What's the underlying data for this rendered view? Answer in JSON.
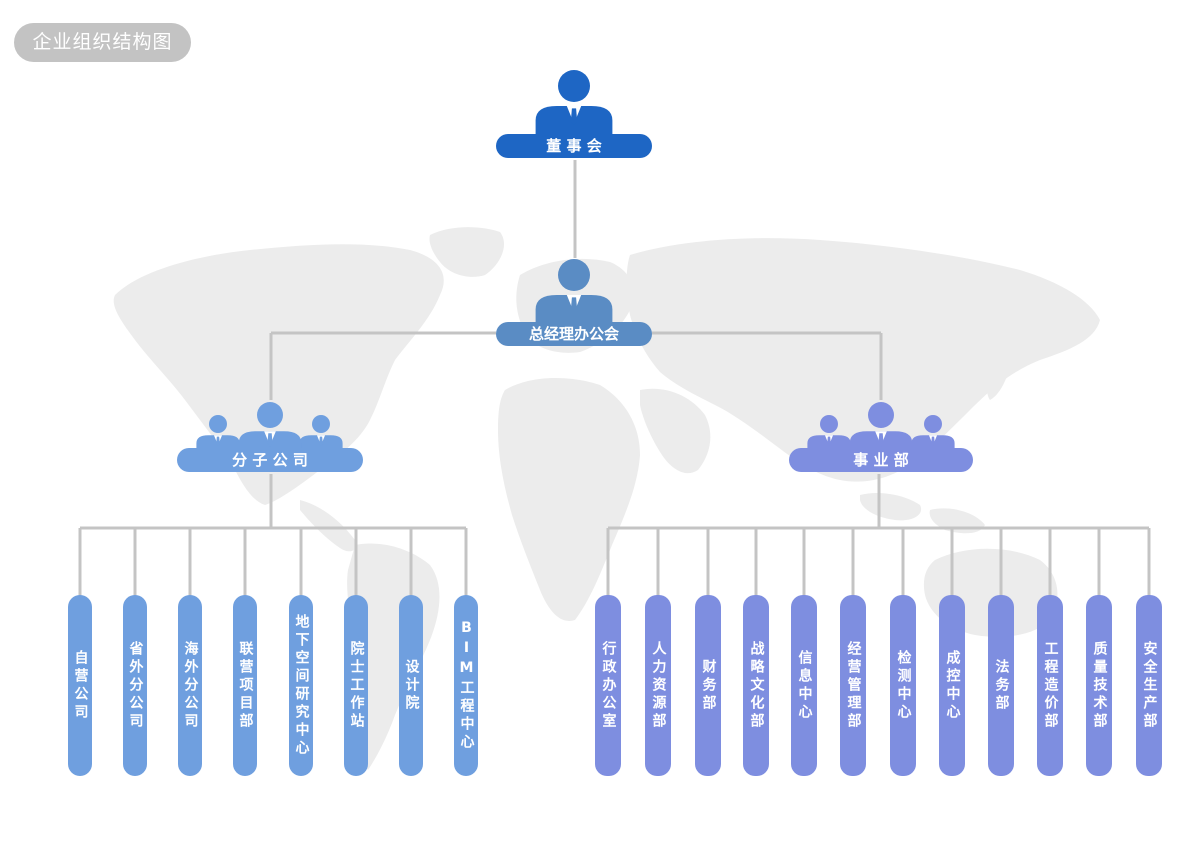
{
  "title": "企业组织结构图",
  "colors": {
    "board": "#1e66c4",
    "gm": "#5a8cc4",
    "branch": "#6f9fdf",
    "business": "#7e8ee0",
    "line": "#c4c4c4",
    "map": "#ececec"
  },
  "nodes": {
    "board": "董 事 会",
    "gm_office": "总经理办公会",
    "branch": "分 子 公 司",
    "business": "事 业 部"
  },
  "branch_units": [
    "自营公司",
    "省外分公司",
    "海外分公司",
    "联营项目部",
    "地下空间研究中心",
    "院士工作站",
    "设计院",
    "BIM工程中心"
  ],
  "business_units": [
    "行政办公室",
    "人力资源部",
    "财务部",
    "战略文化部",
    "信息中心",
    "经营管理部",
    "检测中心",
    "成控中心",
    "法务部",
    "工程造价部",
    "质量技术部",
    "安全生产部"
  ]
}
